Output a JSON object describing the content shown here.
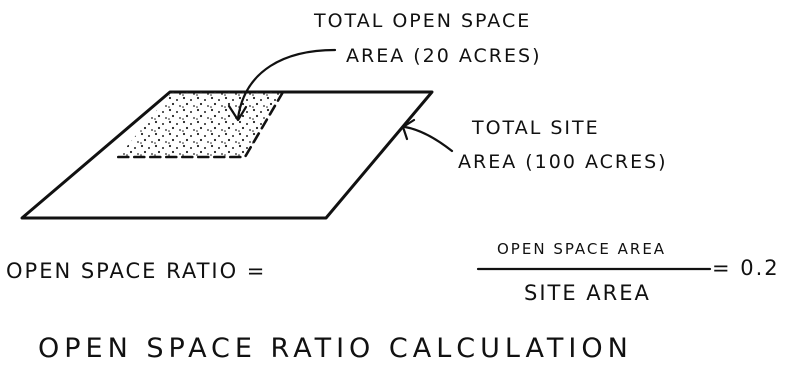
{
  "diagram": {
    "open_space_label": [
      "TOTAL OPEN SPACE",
      "AREA (20 ACRES)"
    ],
    "site_label": [
      "TOTAL SITE",
      "AREA (100 ACRES)"
    ],
    "equation": {
      "lhs": "OPEN SPACE RATIO =",
      "numerator": "OPEN SPACE AREA",
      "denominator": "SITE AREA",
      "result": "= 0.2"
    },
    "title": "OPEN SPACE RATIO CALCULATION"
  }
}
